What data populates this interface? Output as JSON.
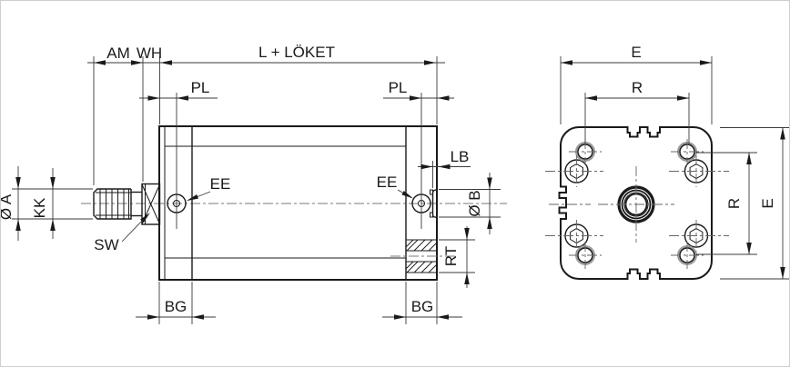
{
  "drawing": {
    "title": "Pneumatic compact cylinder dimensional drawing",
    "background": "#ffffff",
    "line_color": "#1a1a1a",
    "centerline_color": "#7a7a7a",
    "side_view": {
      "name": "side section view",
      "labels": {
        "am": "AM",
        "wh": "WH",
        "l_stroke": "L + LÖKET",
        "pl_left": "PL",
        "pl_right": "PL",
        "ee_left": "EE",
        "ee_right": "EE",
        "sw": "SW",
        "dia_a": "Ø A",
        "kk": "KK",
        "lb": "LB",
        "dia_b": "Ø B",
        "rt": "RT",
        "bg_left": "BG",
        "bg_right": "BG"
      }
    },
    "end_view": {
      "name": "end view",
      "labels": {
        "e_top": "E",
        "r_top": "R",
        "r_right": "R",
        "e_right": "E"
      }
    }
  }
}
